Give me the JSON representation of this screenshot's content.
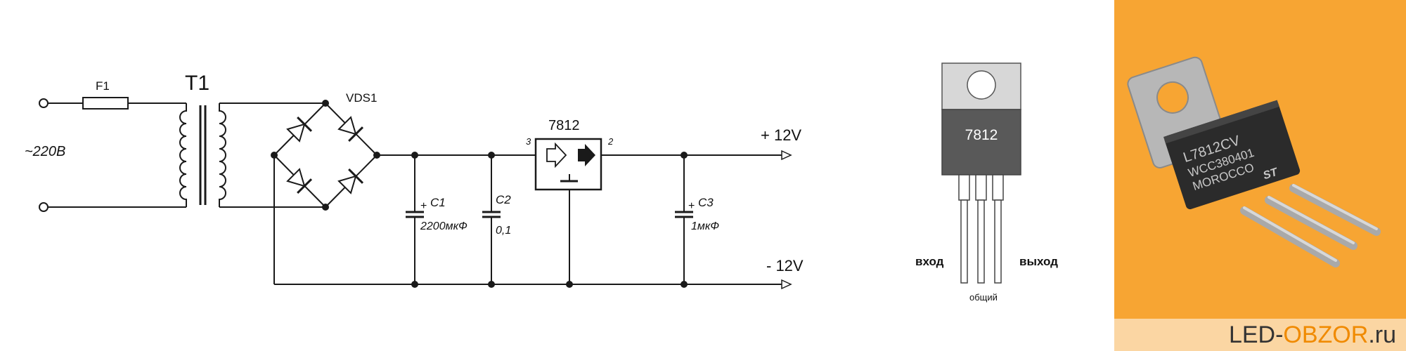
{
  "schematic": {
    "fuse_label": "F1",
    "transformer_label": "T1",
    "input_voltage": "~220В",
    "bridge_label": "VDS1",
    "c1_label": "C1",
    "c1_value": "2200мкФ",
    "c2_label": "C2",
    "c2_value": "0,1",
    "regulator_label": "7812",
    "pin_in": "3",
    "pin_out": "2",
    "c3_label": "C3",
    "c3_value": "1мкФ",
    "out_pos": "+ 12V",
    "out_neg": "- 12V",
    "plus_sign": "+"
  },
  "pinout": {
    "chip_label": "7812",
    "pin_left": "вход",
    "pin_right": "выход",
    "pin_middle": "общий",
    "body_color": "#595959",
    "tab_color": "#d7d7d7"
  },
  "photo": {
    "background_color": "#f7a533",
    "marking_line1": "L7812CV",
    "marking_line2": "WCC380401",
    "marking_line3": "MOROCCO",
    "logo_text": "ST",
    "watermark_left": "LED-",
    "watermark_accent": "OBZOR",
    "watermark_right": ".ru"
  }
}
